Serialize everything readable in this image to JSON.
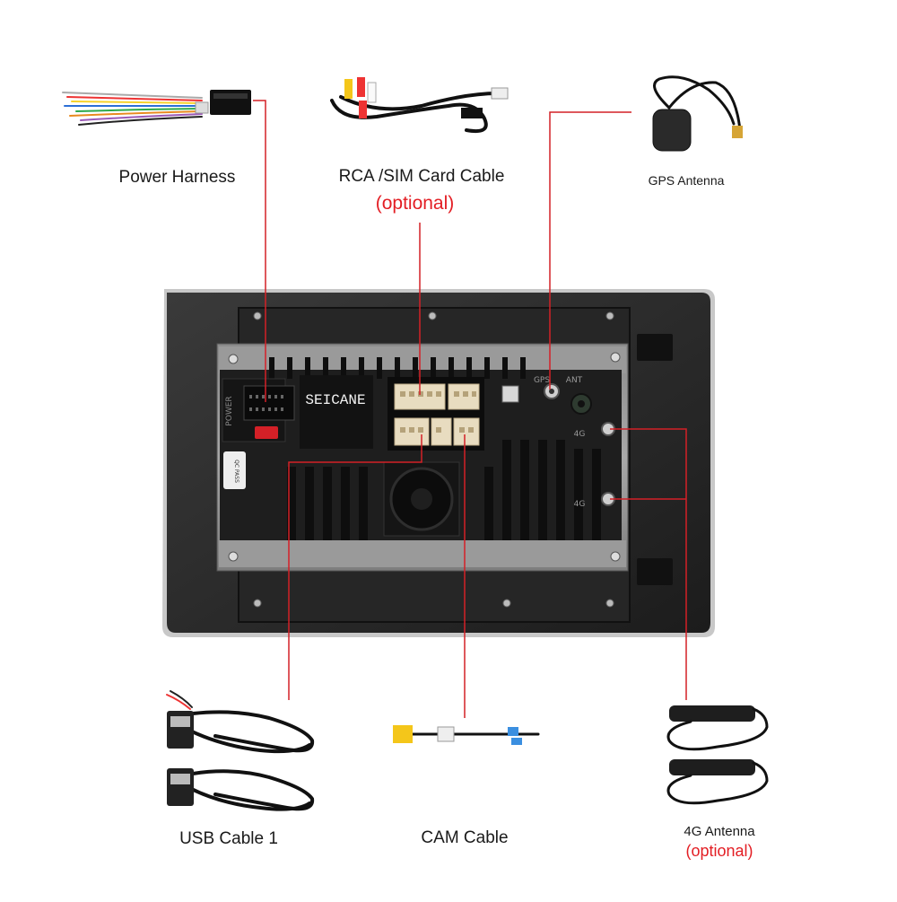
{
  "labels": {
    "power_harness": "Power Harness",
    "rca_sim": "RCA /SIM Card Cable",
    "rca_sim_note": "(optional)",
    "gps": "GPS Antenna",
    "usb": "USB Cable 1",
    "cam": "CAM Cable",
    "antenna_4g": "4G Antenna",
    "antenna_4g_note": "(optional)"
  },
  "unit_markings": {
    "brand": "SEICANE",
    "power_port": "POWER",
    "gps_port": "GPS",
    "ant_port": "ANT",
    "port_4g_top": "4G",
    "port_4g_bottom": "4G",
    "qc_sticker": "QC PASS"
  },
  "colors": {
    "leader_line": "#d42027",
    "optional_text": "#e31e24",
    "label_text": "#1a1a1a",
    "unit_body": "#2a2a2a",
    "connector_cream": "#e8dcc0"
  }
}
